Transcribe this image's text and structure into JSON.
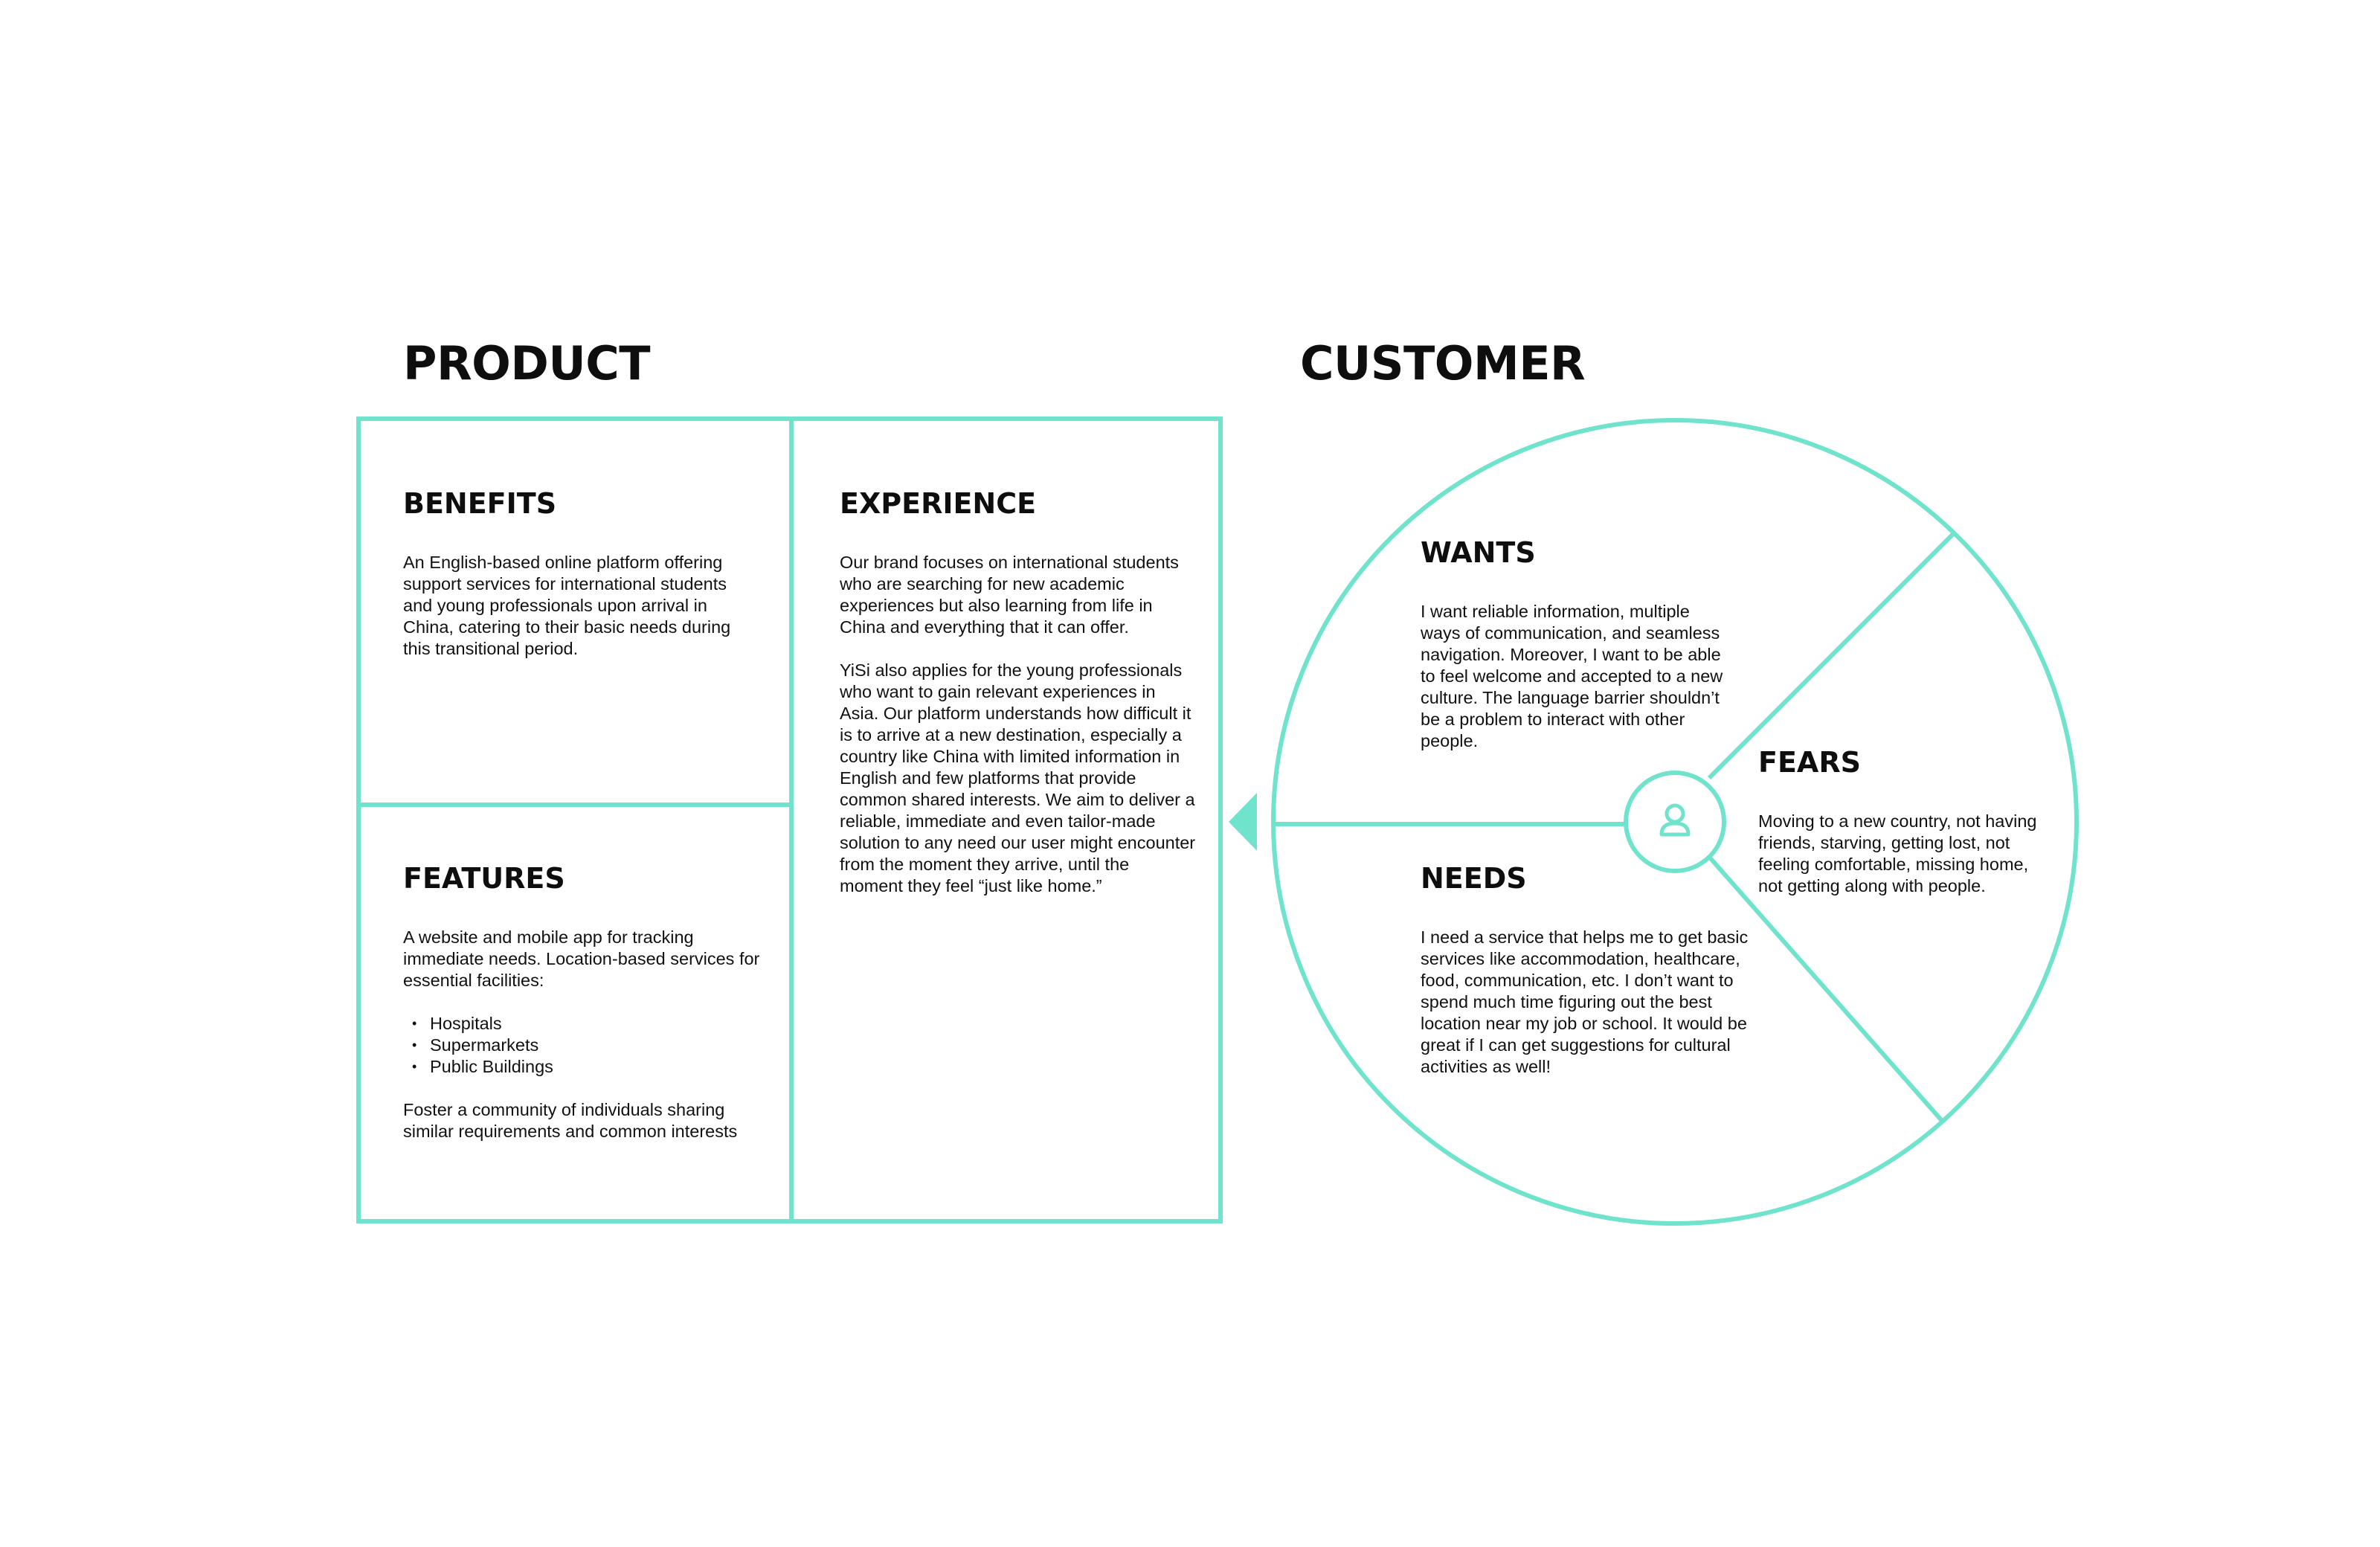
{
  "colors": {
    "accent": "#6fe3cc",
    "text": "#111111",
    "background": "#ffffff"
  },
  "product": {
    "title": "PRODUCT",
    "benefits": {
      "heading": "BENEFITS",
      "text": "An English-based online platform offering support services for international students and young professionals upon arrival in China, catering to their basic needs during this transitional period."
    },
    "experience": {
      "heading": "EXPERIENCE",
      "paragraph_1": "Our brand focuses on international students who are searching for new academic experiences but also learning from life in China and everything that it can offer.",
      "paragraph_2": "YiSi also applies for the young professionals who want to gain relevant experiences in Asia. Our platform understands how difficult it is to arrive at a new destination, especially a country like China with limited information in English and few platforms that provide common shared interests. We aim to deliver a reliable, immediate and even tailor-made solution to any need our user might encounter from the moment they arrive, until the moment they feel “just like home.”"
    },
    "features": {
      "heading": "FEATURES",
      "intro": "A website and mobile app for tracking immediate needs. Location-based services for essential facilities:",
      "items": [
        "Hospitals",
        "Supermarkets",
        "Public Buildings"
      ],
      "outro": "Foster a community of individuals sharing similar requirements and common interests"
    }
  },
  "customer": {
    "title": "CUSTOMER",
    "center_icon": "user-icon",
    "arrow_icon": "triangle-left-icon",
    "wants": {
      "heading": "WANTS",
      "text": "I want reliable information, multiple ways of communication, and seamless navigation. Moreover, I want to be able to feel welcome and accepted to a new culture. The language barrier shouldn’t be a problem to interact with other people."
    },
    "fears": {
      "heading": "FEARS",
      "text": "Moving to a new country, not having friends, starving, getting lost, not feeling comfortable, missing home, not getting along with people."
    },
    "needs": {
      "heading": "NEEDS",
      "text": "I need a service that helps me to get basic services like accommodation, healthcare, food, communication, etc. I don’t want to spend much time figuring out the best location near my job or school. It would be great if I can get suggestions for cultural activities as well!"
    }
  }
}
